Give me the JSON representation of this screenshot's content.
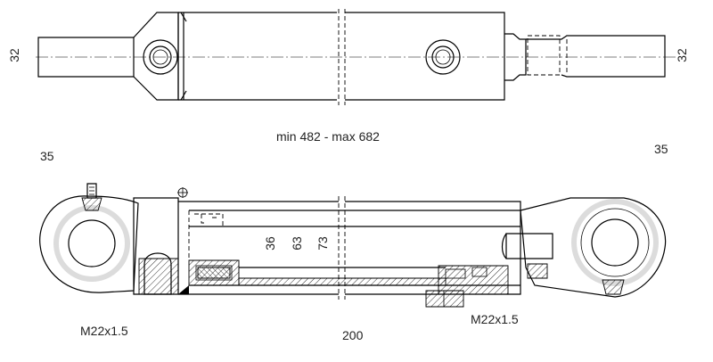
{
  "dimensions": {
    "top_left_height": "32",
    "top_right_height": "32",
    "stroke_range": "min 482 - max 682",
    "left_pin": "35",
    "right_pin": "35",
    "rod_diameter": "36",
    "bore_diameter": "63",
    "outer_diameter": "73",
    "left_port_thread": "M22x1.5",
    "right_port_thread": "M22x1.5",
    "stroke": "200"
  }
}
